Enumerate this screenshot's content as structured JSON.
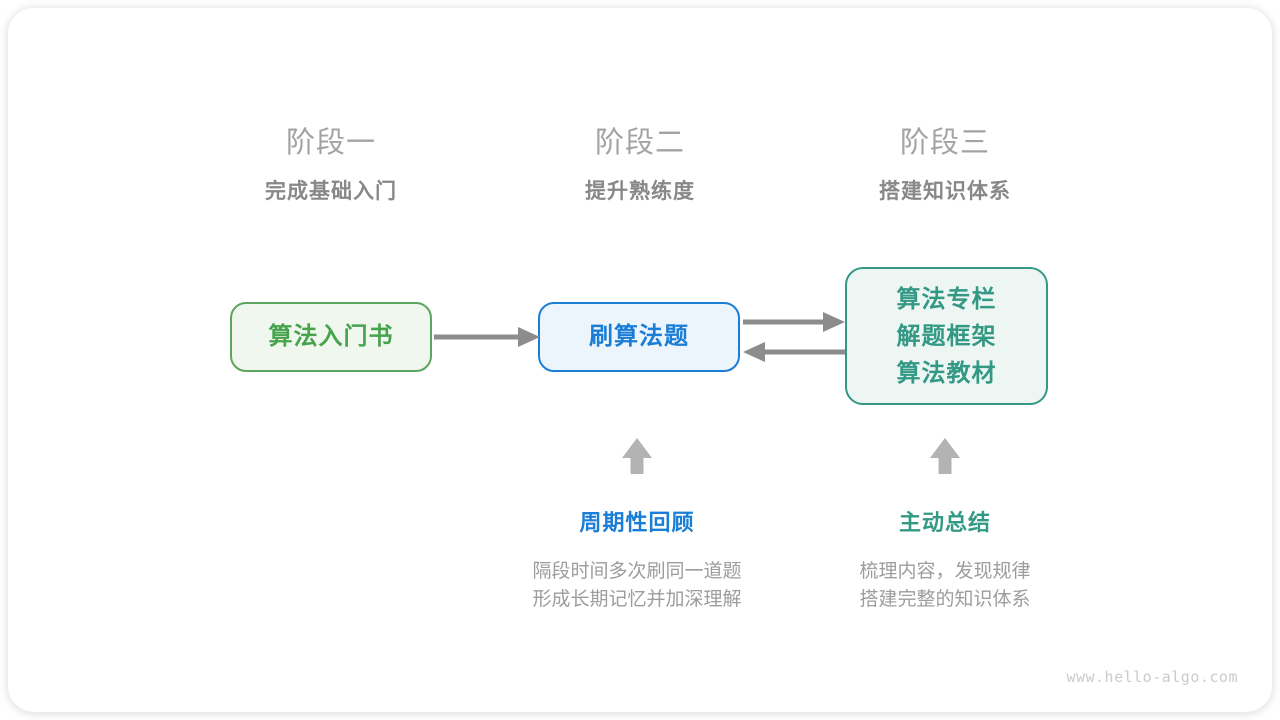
{
  "stages": [
    {
      "label": "阶段一",
      "subtitle": "完成基础入门"
    },
    {
      "label": "阶段二",
      "subtitle": "提升熟练度"
    },
    {
      "label": "阶段三",
      "subtitle": "搭建知识体系"
    }
  ],
  "boxes": [
    {
      "lines": [
        "算法入门书"
      ],
      "border_color": "#5ba55e",
      "fill_color": "#f0f7ef",
      "text_color": "#47a34c"
    },
    {
      "lines": [
        "刷算法题"
      ],
      "border_color": "#1a7ed6",
      "fill_color": "#edf5fc",
      "text_color": "#1a7ed6"
    },
    {
      "lines": [
        "算法专栏",
        "解题框架",
        "算法教材"
      ],
      "border_color": "#339984",
      "fill_color": "#eef6f3",
      "text_color": "#339984"
    }
  ],
  "annotations": [
    {
      "title": "周期性回顾",
      "title_color": "#1a7ed6",
      "desc_lines": [
        "隔段时间多次刷同一道题",
        "形成长期记忆并加深理解"
      ]
    },
    {
      "title": "主动总结",
      "title_color": "#339984",
      "desc_lines": [
        "梳理内容，发现规律",
        "搭建完整的知识体系"
      ]
    }
  ],
  "colors": {
    "flow_arrow": "#8c8c8c",
    "up_arrow": "#b3b3b3",
    "stage_title": "#a3a3a3",
    "stage_subtitle": "#888888",
    "description": "#9d9d9d",
    "watermark": "#cbcbcb"
  },
  "watermark": "www.hello-algo.com"
}
